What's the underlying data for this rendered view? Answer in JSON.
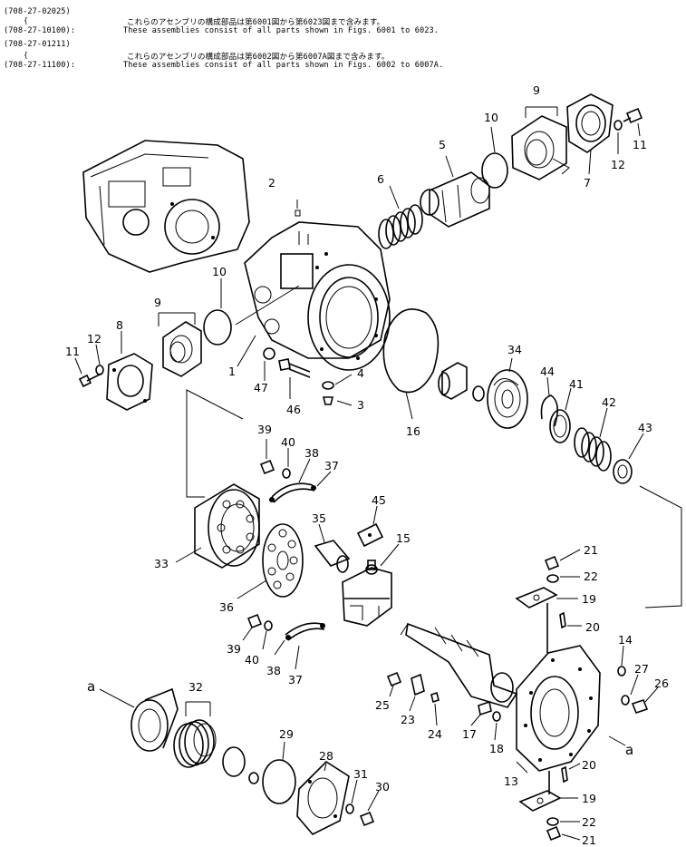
{
  "header": {
    "ref1": "(708-27-02025)",
    "line1_code": "(708-27-10100):",
    "line1_jp": "これらのアセンブリの構成部品は第6001図から第6023図まで含みます。",
    "line1_en": "These assemblies consist of all parts shown in Figs. 6001 to 6023.",
    "ref2": "(708-27-01211)",
    "line2_code": "(708-27-11100):",
    "line2_jp": "これらのアセンブリの構成部品は第6002図から第6007A図まで含みます。",
    "line2_en": "These assemblies consist of all parts shown in Figs. 6002 to 6007A.",
    "brace": "{"
  },
  "labels": {
    "p2": "2",
    "p3": "3",
    "p4": "4",
    "p5": "5",
    "p6": "6",
    "p7": "7",
    "p8": "8",
    "p9a": "9",
    "p9b": "9",
    "p10a": "10",
    "p10b": "10",
    "p11a": "11",
    "p11b": "11",
    "p12a": "12",
    "p12b": "12",
    "p1": "1",
    "p13": "13",
    "p14": "14",
    "p15": "15",
    "p16": "16",
    "p17": "17",
    "p18": "18",
    "p19a": "19",
    "p19b": "19",
    "p20a": "20",
    "p20b": "20",
    "p21a": "21",
    "p21b": "21",
    "p22a": "22",
    "p22b": "22",
    "p23": "23",
    "p24": "24",
    "p25": "25",
    "p26": "26",
    "p27": "27",
    "p28": "28",
    "p29": "29",
    "p30": "30",
    "p31": "31",
    "p32": "32",
    "p33": "33",
    "p34": "34",
    "p35": "35",
    "p36": "36",
    "p37a": "37",
    "p37b": "37",
    "p38a": "38",
    "p38b": "38",
    "p39a": "39",
    "p39b": "39",
    "p40a": "40",
    "p40b": "40",
    "p41": "41",
    "p42": "42",
    "p43": "43",
    "p44": "44",
    "p45": "45",
    "p46": "46",
    "p47": "47",
    "a1": "a",
    "a2": "a"
  }
}
